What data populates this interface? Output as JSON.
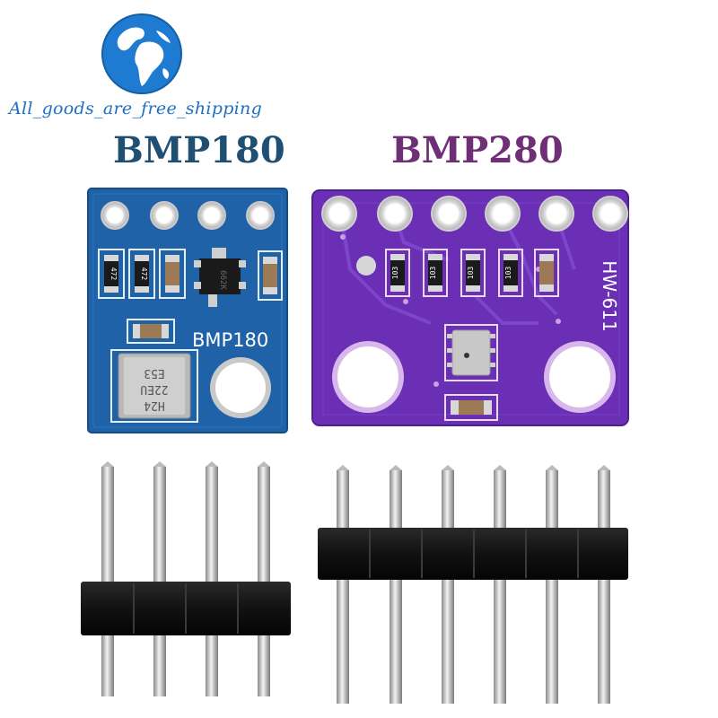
{
  "brand": {
    "tagline": "All_goods_are_free_shipping",
    "logo_icon": "globe-icon",
    "color": "#1d6fc4"
  },
  "products": [
    {
      "title": "BMP180",
      "title_color": "#1f4f73",
      "board_color": "#1f62a8",
      "board_silkscreen": "BMP180",
      "resistor_codes": [
        "472",
        "472"
      ],
      "regulator_code": "662K",
      "sensor_marks": [
        "E53",
        "22EU",
        "H24"
      ],
      "pin_count": 4
    },
    {
      "title": "BMP280",
      "title_color": "#6f2f76",
      "board_color": "#6a2fb5",
      "board_silkscreen": "HW-611",
      "resistor_codes": [
        "103",
        "103",
        "103",
        "103"
      ],
      "pin_count": 6
    }
  ]
}
